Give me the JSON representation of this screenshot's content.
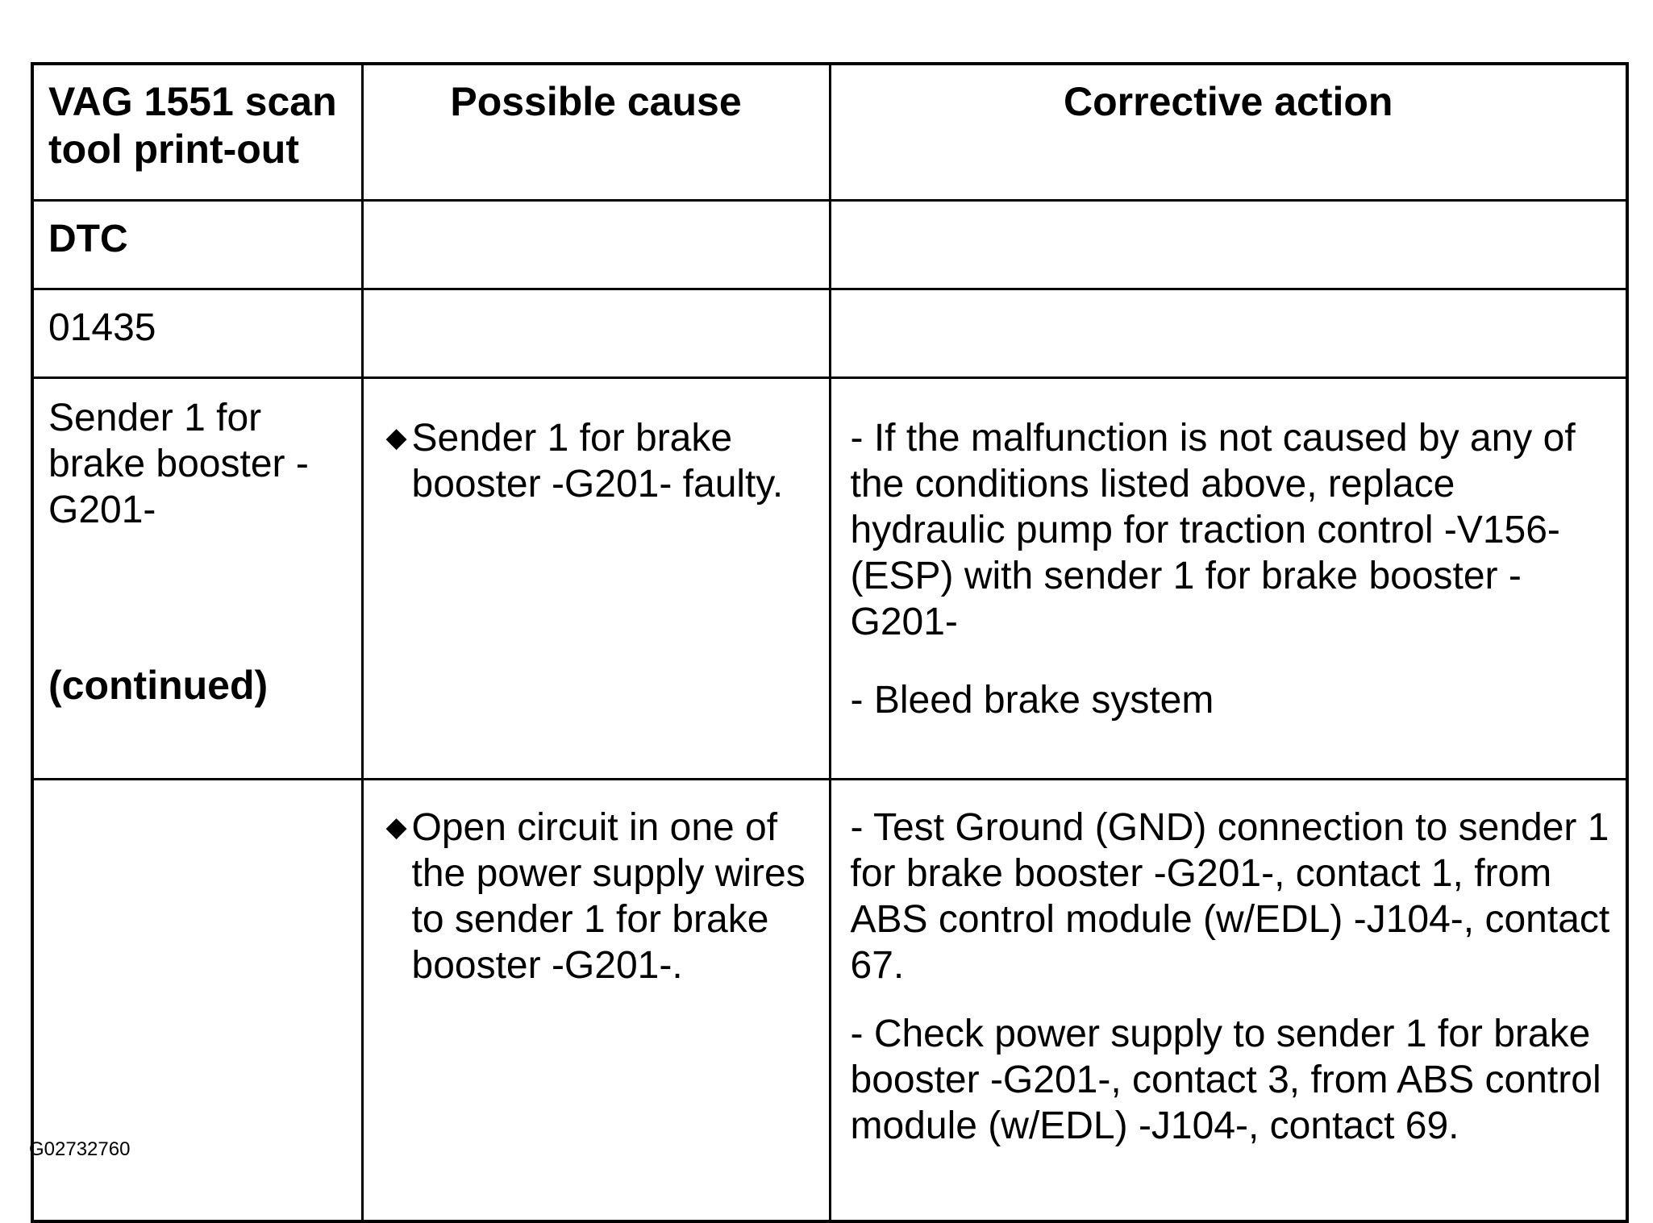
{
  "table": {
    "headers": {
      "col1": "VAG 1551 scan tool print-out",
      "col2": "Possible cause",
      "col3": "Corrective action"
    },
    "rows": {
      "dtc_label": "DTC",
      "dtc_code": "01435",
      "sender": {
        "label": "Sender 1 for brake booster -G201-",
        "continued": "(continued)",
        "cause": "Sender 1 for brake booster -G201- faulty.",
        "action_1": "- If the malfunction is not caused by any of the conditions listed above, replace hydraulic pump for traction control -V156- (ESP) with sender 1 for brake booster -G201-",
        "action_2": "- Bleed brake system"
      },
      "open_circuit": {
        "cause": "Open circuit in one of the power supply wires to sender 1 for brake booster -G201-.",
        "action_1": "- Test Ground (GND) connection to sender 1 for brake booster -G201-, contact 1, from ABS control module (w/EDL) -J104-, contact 67.",
        "action_2": "- Check power supply to sender 1 for brake booster -G201-, contact 3, from ABS control module (w/EDL) -J104-, contact 69."
      }
    },
    "bullet_icon": "diamond-bullet-icon"
  },
  "caption": "G02732760"
}
